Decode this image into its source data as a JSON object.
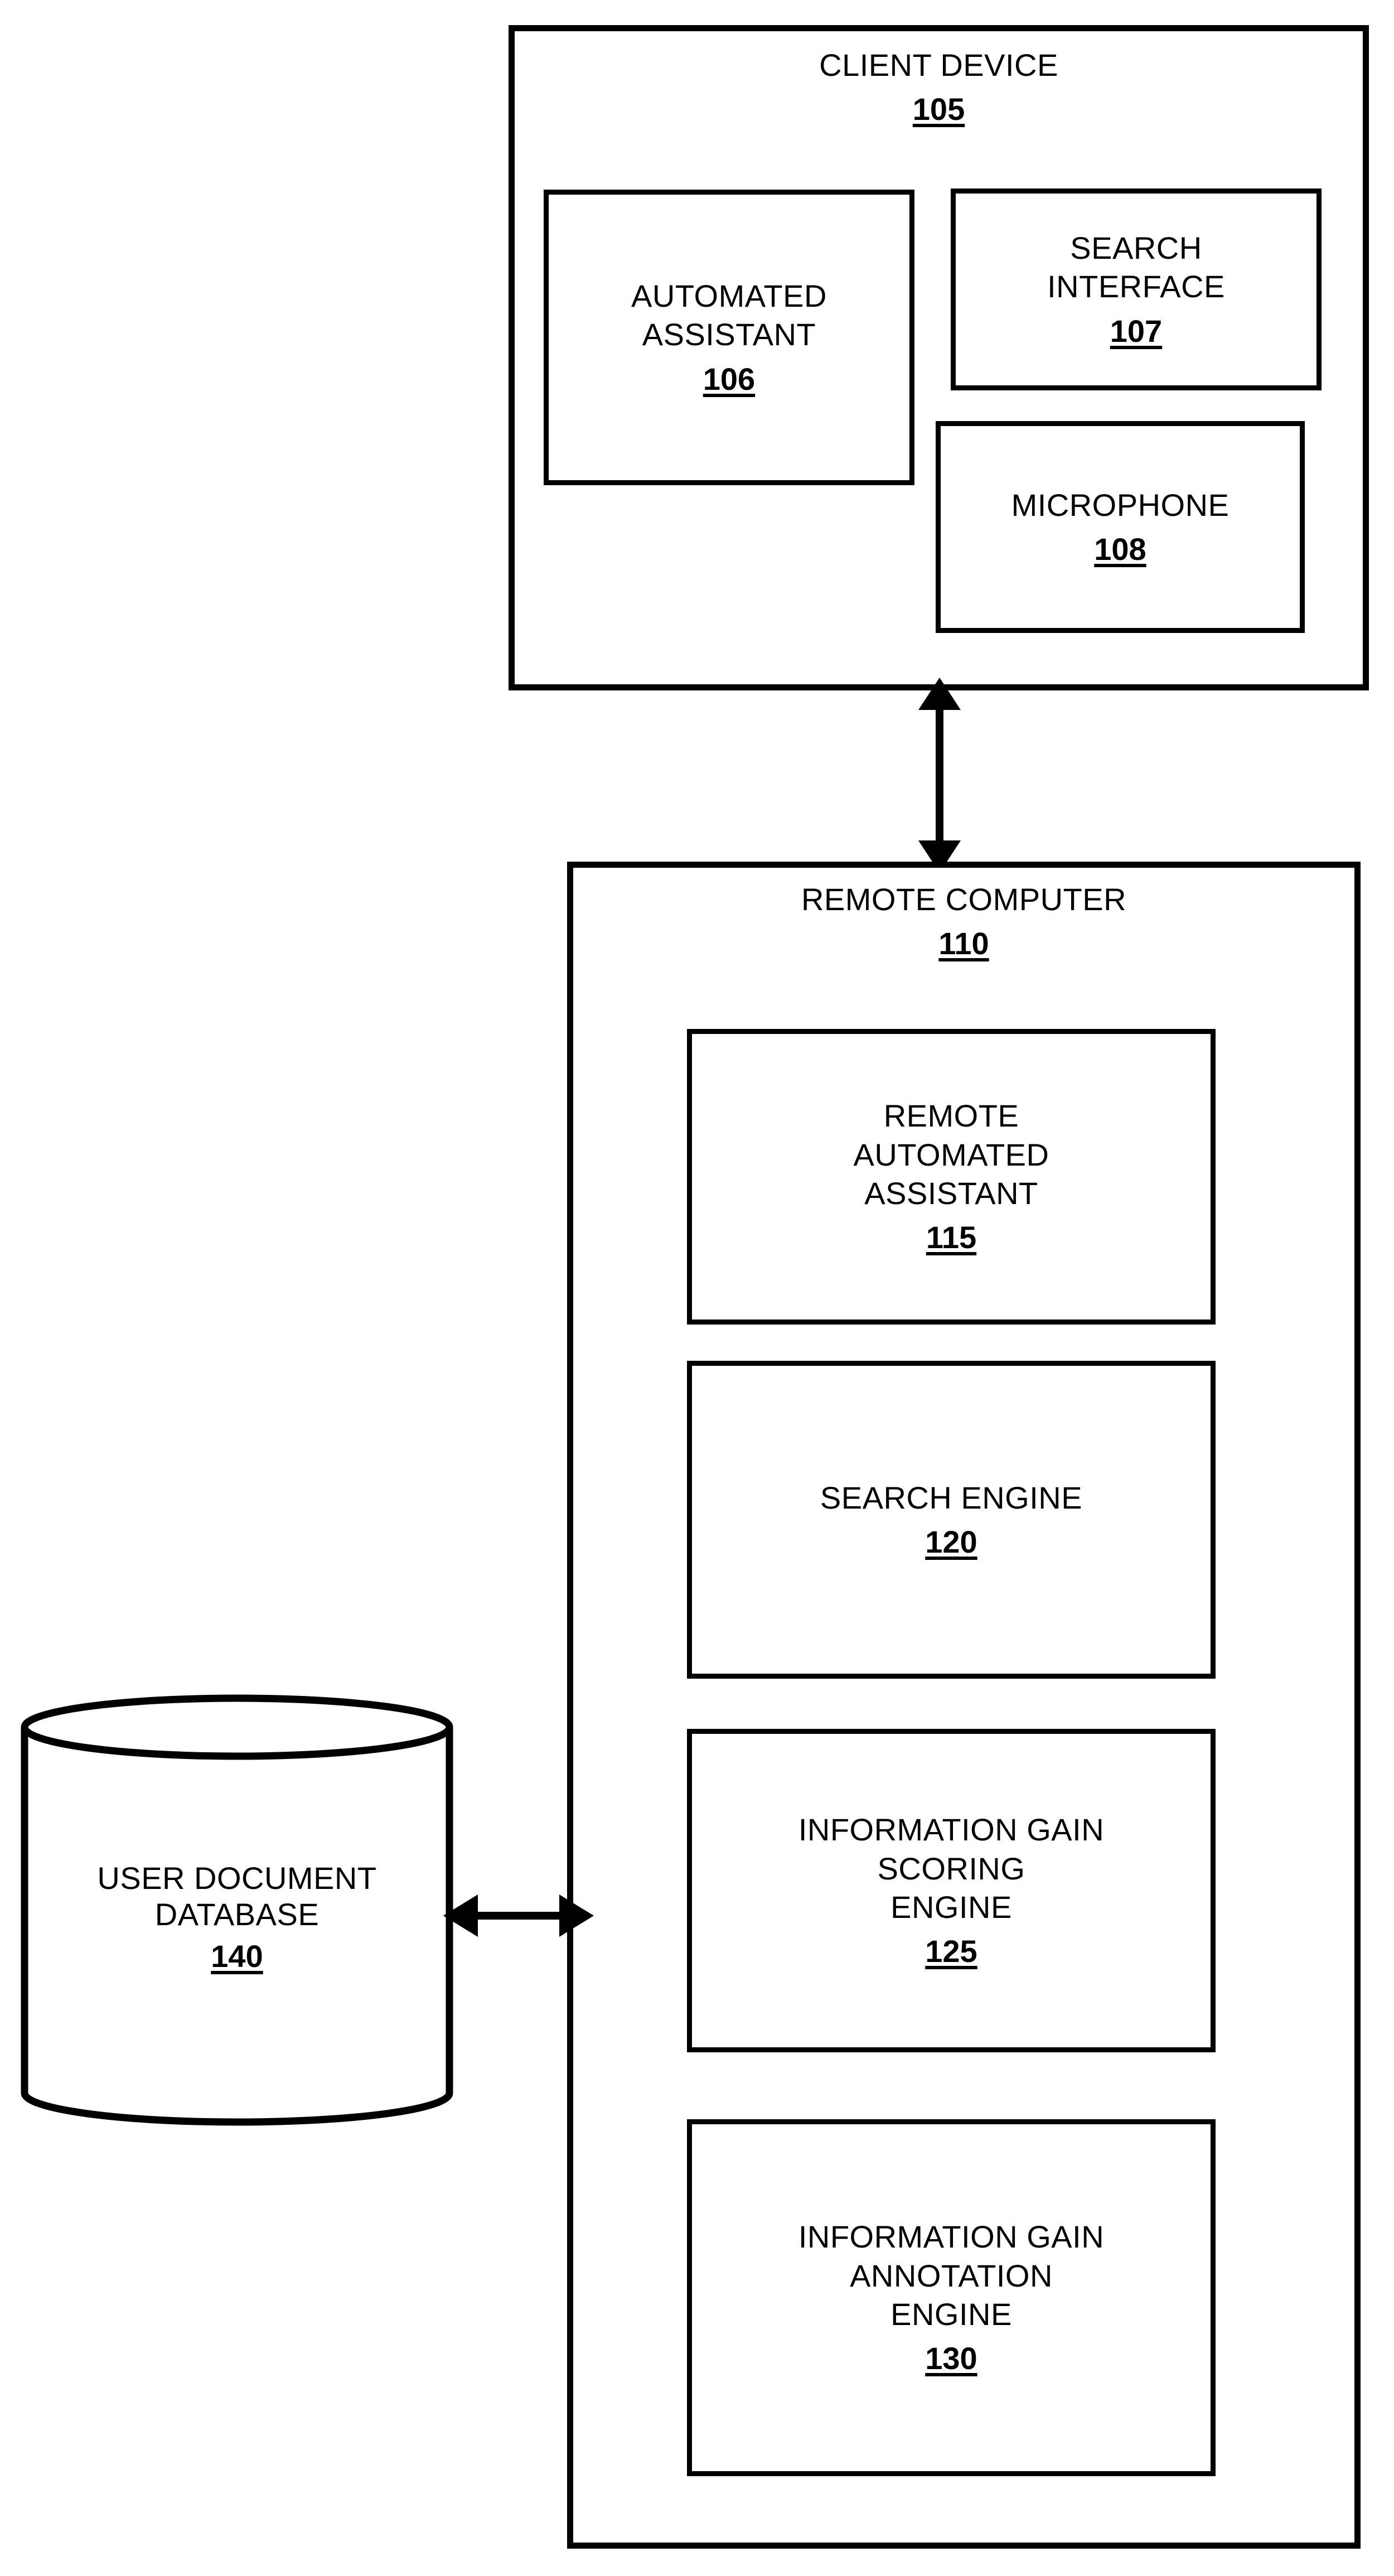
{
  "diagram": {
    "type": "block-diagram",
    "background_color": "#ffffff",
    "line_color": "#000000"
  },
  "client_device": {
    "label": "CLIENT DEVICE",
    "ref": "105",
    "components": [
      {
        "label": "AUTOMATED\nASSISTANT",
        "ref": "106"
      },
      {
        "label": "SEARCH\nINTERFACE",
        "ref": "107"
      },
      {
        "label": "MICROPHONE",
        "ref": "108"
      }
    ]
  },
  "remote_computer": {
    "label": "REMOTE COMPUTER",
    "ref": "110",
    "components": [
      {
        "label": "REMOTE\nAUTOMATED\nASSISTANT",
        "ref": "115"
      },
      {
        "label": "SEARCH ENGINE",
        "ref": "120"
      },
      {
        "label": "INFORMATION GAIN\nSCORING\nENGINE",
        "ref": "125"
      },
      {
        "label": "INFORMATION GAIN\nANNOTATION\nENGINE",
        "ref": "130"
      }
    ]
  },
  "database": {
    "label": "USER DOCUMENT\nDATABASE",
    "ref": "140"
  },
  "connectors": [
    {
      "name": "client-to-remote",
      "style": "double-headed",
      "orientation": "vertical"
    },
    {
      "name": "database-to-remote",
      "style": "double-headed",
      "orientation": "horizontal"
    }
  ]
}
